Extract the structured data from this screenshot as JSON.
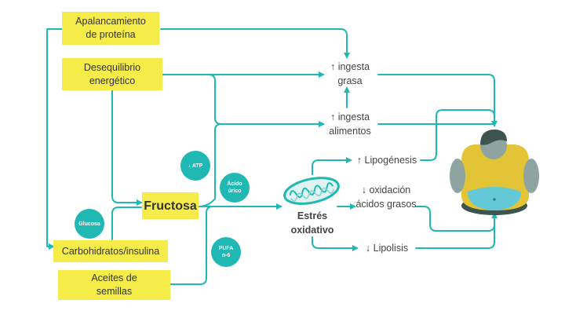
{
  "boxes": {
    "protein": "Apalancamiento de proteína",
    "energy": "Desequilibrio energético",
    "fructose": "Fructosa",
    "carbs": "Carbohidratos/insulina",
    "oils": "Aceites de semillas"
  },
  "badges": {
    "atp": "↓ ATP",
    "uric": "Ácido úrico",
    "glucose": "Glucosa",
    "pufa": "PUFA n-6"
  },
  "labels": {
    "fat_intake": "↑ ingesta grasa",
    "food_intake": "↑ ingesta alimentos",
    "stress": "Estrés oxidativo",
    "lipogenesis": "↑ Lipogénesis",
    "oxidation": "↓ oxidación ácidos grasos",
    "lipolysis": "↓ Lipolisis"
  },
  "colors": {
    "teal": "#1fb8b3",
    "yellow": "#f5ec4a",
    "person_shirt": "#e2c436",
    "person_head": "#8fa3a0",
    "person_hair": "#3e5450",
    "belly": "#63c9d6"
  },
  "icons": {
    "mitochondria": "mitochondria-icon",
    "person": "obese-person-icon"
  }
}
